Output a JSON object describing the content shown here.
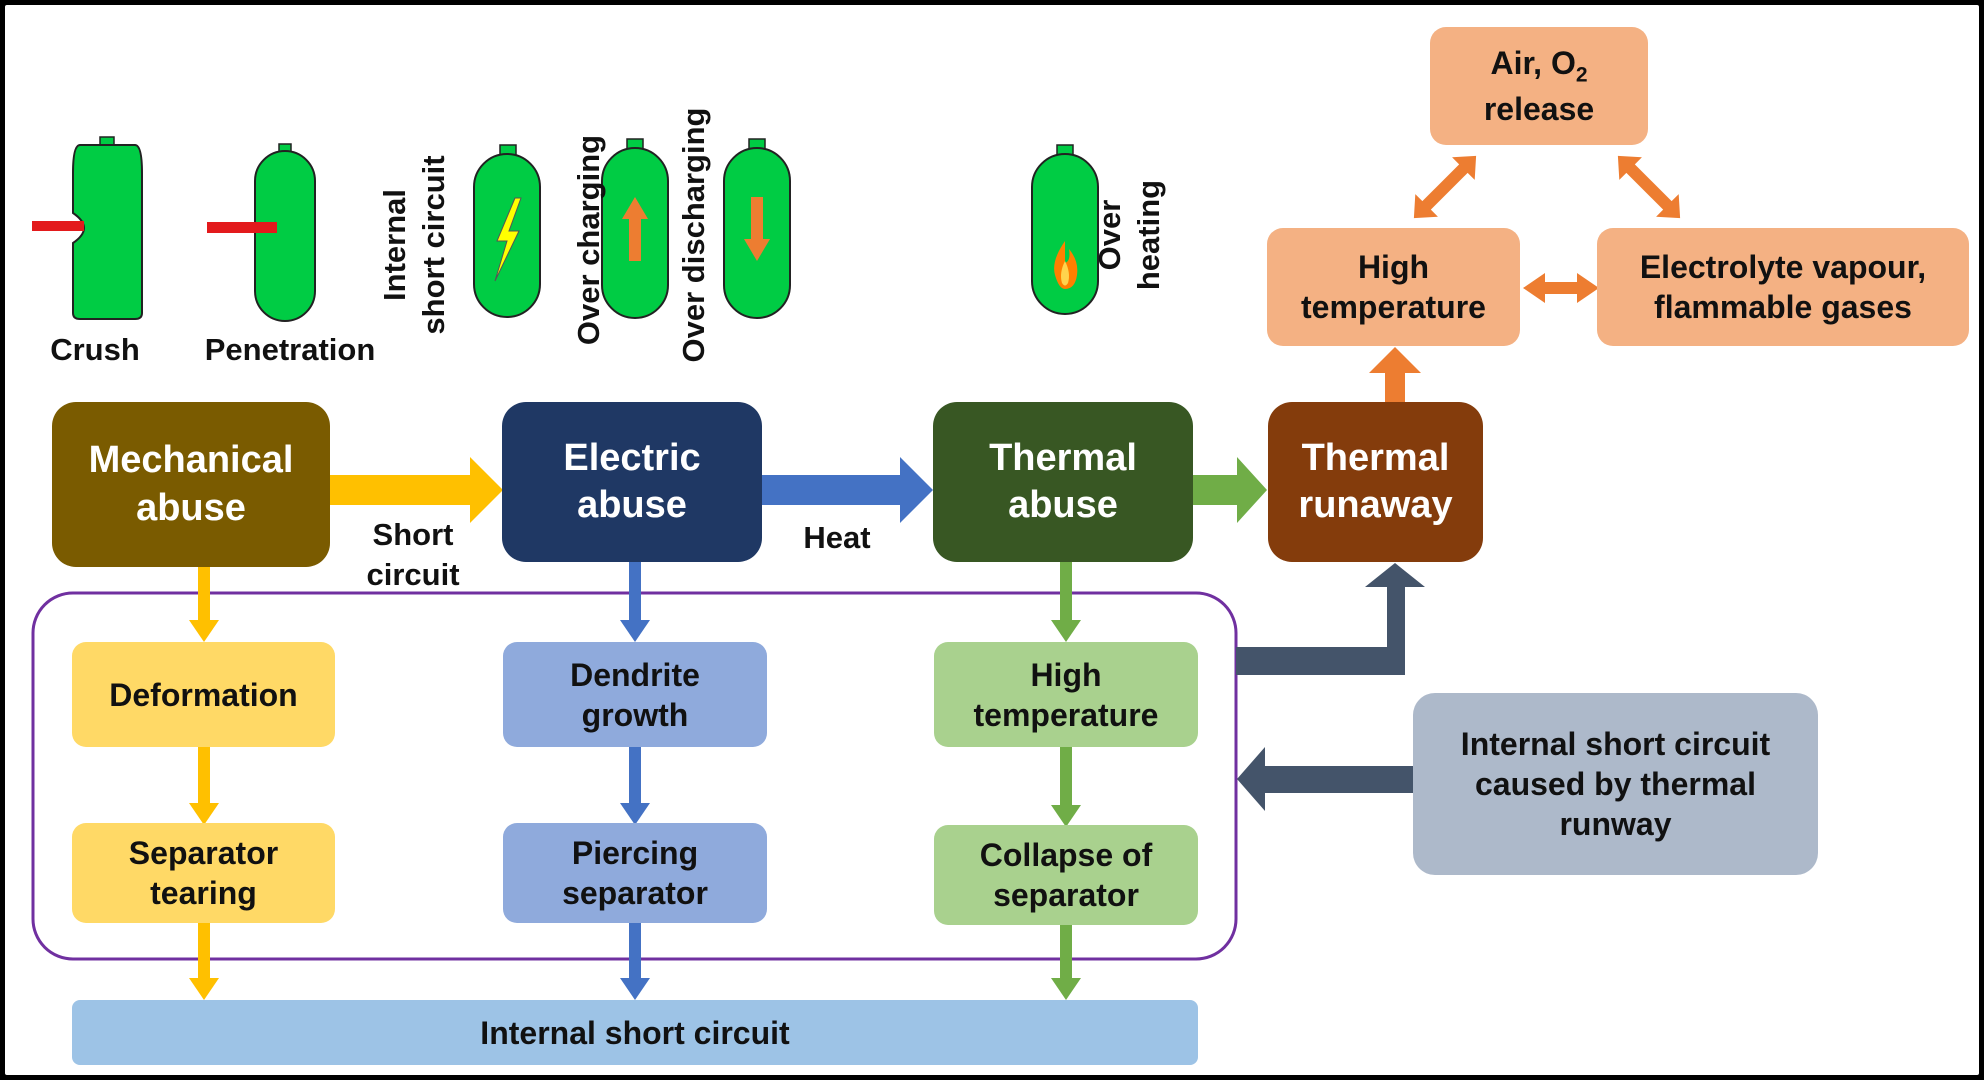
{
  "icons": {
    "crush": "Crush",
    "penetration": "Penetration",
    "internal_short_circuit": "Internal\nshort circuit",
    "over_charging": "Over charging",
    "over_discharging": "Over discharging",
    "over_heating": "Over\nheating"
  },
  "main": {
    "mechanical": "Mechanical\nabuse",
    "electric": "Electric\nabuse",
    "thermal": "Thermal\nabuse",
    "runaway": "Thermal\nrunaway"
  },
  "connectors": {
    "short_circuit": "Short\ncircuit",
    "heat": "Heat"
  },
  "mechanical_chain": [
    "Deformation",
    "Separator\ntearing"
  ],
  "electric_chain": [
    "Dendrite\ngrowth",
    "Piercing\nseparator"
  ],
  "thermal_chain": [
    "High\ntemperature",
    "Collapse of\nseparator"
  ],
  "internal_short": "Internal short circuit",
  "feedback": "Internal short circuit\ncaused by thermal\nrunway",
  "cycle": {
    "air_line1": "Air, O",
    "air_sub": "2",
    "air_line2": "release",
    "high_temp": "High\ntemperature",
    "electrolyte": "Electrolyte vapour,\nflammable gases"
  },
  "colors": {
    "mechanical": "#7a5b00",
    "mechanical_light": "#ffd966",
    "mechanical_arrow": "#ffc000",
    "electric": "#1f3864",
    "electric_light": "#8faadc",
    "electric_arrow": "#4472c4",
    "thermal": "#385723",
    "thermal_light": "#a9d18e",
    "thermal_arrow": "#70ad47",
    "runaway": "#843c0c",
    "cycle_box": "#f4b183",
    "cycle_arrow": "#ed7d31",
    "feedback_box": "#adb9ca",
    "feedback_arrow": "#44546a",
    "internal_short_box": "#9dc3e6",
    "enclosure": "#7030a0",
    "cell": "#00cc44"
  }
}
